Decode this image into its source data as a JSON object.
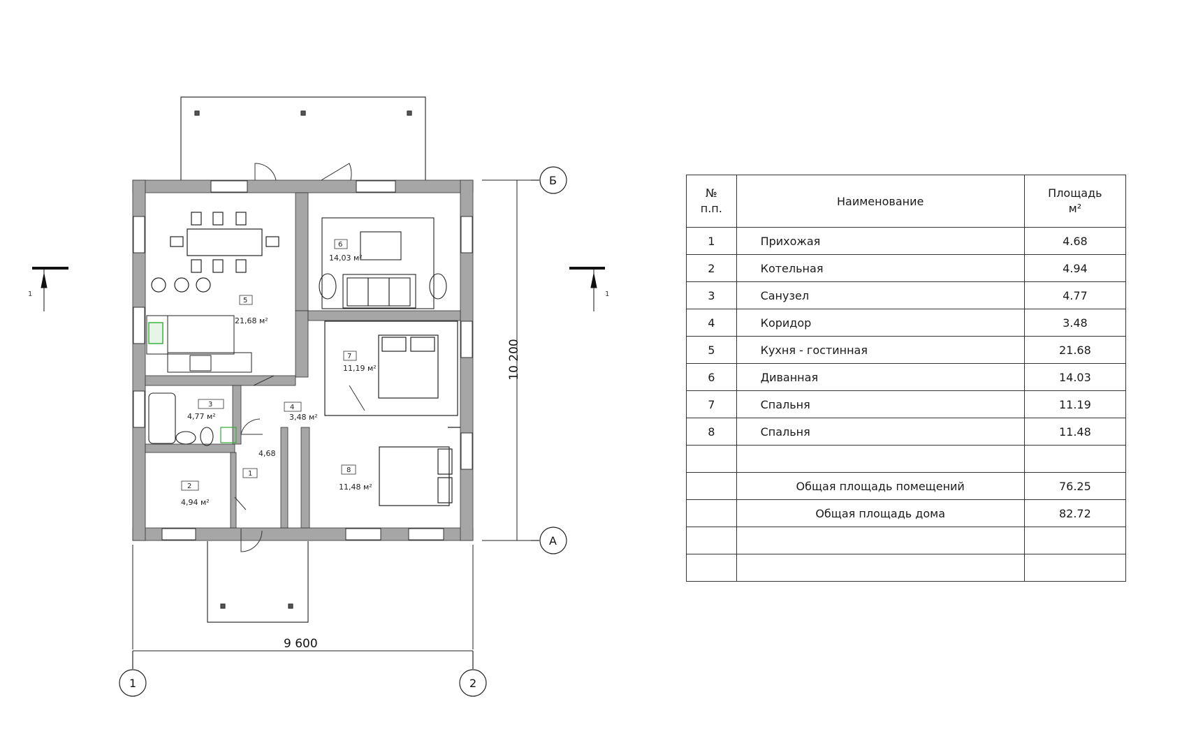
{
  "plan": {
    "dimension_width": "9 600",
    "dimension_height": "10 200",
    "axes": {
      "left": "1",
      "right": "2",
      "top": "Б",
      "bottom": "А"
    },
    "section_mark": "1",
    "rooms": [
      {
        "num": "1",
        "area": "4,68"
      },
      {
        "num": "2",
        "area": "4,94 м²"
      },
      {
        "num": "3",
        "area": "4,77 м²"
      },
      {
        "num": "4",
        "area": "3,48 м²"
      },
      {
        "num": "5",
        "area": "21,68 м²"
      },
      {
        "num": "6",
        "area": "14,03 м²"
      },
      {
        "num": "7",
        "area": "11,19 м²"
      },
      {
        "num": "8",
        "area": "11,48 м²"
      }
    ]
  },
  "table": {
    "header": {
      "num_line1": "№",
      "num_line2": "п.п.",
      "name": "Наименование",
      "area_line1": "Площадь",
      "area_line2": "м²"
    },
    "rows": [
      {
        "num": "1",
        "name": "Прихожая",
        "area": "4.68"
      },
      {
        "num": "2",
        "name": "Котельная",
        "area": "4.94"
      },
      {
        "num": "3",
        "name": "Санузел",
        "area": "4.77"
      },
      {
        "num": "4",
        "name": "Коридор",
        "area": "3.48"
      },
      {
        "num": "5",
        "name": "Кухня - гостинная",
        "area": "21.68"
      },
      {
        "num": "6",
        "name": "Диванная",
        "area": "14.03"
      },
      {
        "num": "7",
        "name": "Спальня",
        "area": "11.19"
      },
      {
        "num": "8",
        "name": "Спальня",
        "area": "11.48"
      }
    ],
    "totals": [
      {
        "label": "Общая площадь помещений",
        "value": "76.25"
      },
      {
        "label": "Общая площадь дома",
        "value": "82.72"
      }
    ]
  },
  "colors": {
    "wall": "#a6a6a6",
    "line": "#222222",
    "accent_green": "#3cb043"
  }
}
